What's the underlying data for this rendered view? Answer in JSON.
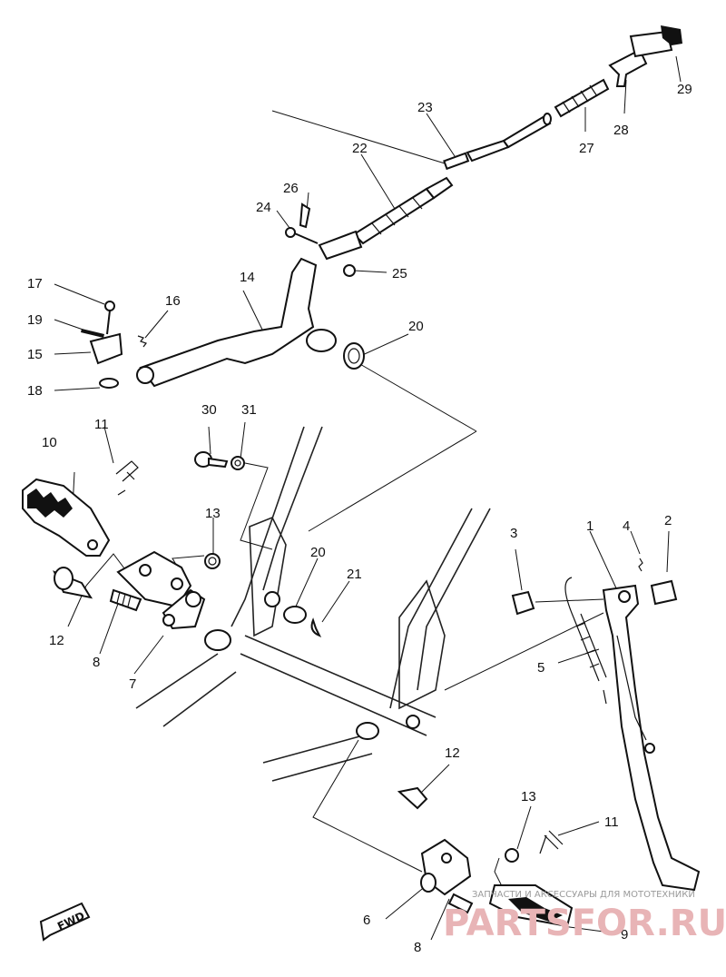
{
  "callouts": [
    {
      "id": "c1",
      "label": "1"
    },
    {
      "id": "c2",
      "label": "2"
    },
    {
      "id": "c3",
      "label": "3"
    },
    {
      "id": "c4",
      "label": "4"
    },
    {
      "id": "c5",
      "label": "5"
    },
    {
      "id": "c6",
      "label": "6"
    },
    {
      "id": "c7",
      "label": "7"
    },
    {
      "id": "c8a",
      "label": "8"
    },
    {
      "id": "c8b",
      "label": "8"
    },
    {
      "id": "c9",
      "label": "9"
    },
    {
      "id": "c10",
      "label": "10"
    },
    {
      "id": "c11a",
      "label": "11"
    },
    {
      "id": "c11b",
      "label": "11"
    },
    {
      "id": "c12a",
      "label": "12"
    },
    {
      "id": "c12b",
      "label": "12"
    },
    {
      "id": "c13a",
      "label": "13"
    },
    {
      "id": "c13b",
      "label": "13"
    },
    {
      "id": "c14",
      "label": "14"
    },
    {
      "id": "c15",
      "label": "15"
    },
    {
      "id": "c16",
      "label": "16"
    },
    {
      "id": "c17",
      "label": "17"
    },
    {
      "id": "c18",
      "label": "18"
    },
    {
      "id": "c19",
      "label": "19"
    },
    {
      "id": "c20a",
      "label": "20"
    },
    {
      "id": "c20b",
      "label": "20"
    },
    {
      "id": "c21",
      "label": "21"
    },
    {
      "id": "c22",
      "label": "22"
    },
    {
      "id": "c23",
      "label": "23"
    },
    {
      "id": "c24",
      "label": "24"
    },
    {
      "id": "c25",
      "label": "25"
    },
    {
      "id": "c26",
      "label": "26"
    },
    {
      "id": "c27",
      "label": "27"
    },
    {
      "id": "c28",
      "label": "28"
    },
    {
      "id": "c29",
      "label": "29"
    },
    {
      "id": "c30",
      "label": "30"
    },
    {
      "id": "c31",
      "label": "31"
    }
  ],
  "direction_marker": "FWD",
  "watermark": {
    "caption": "ЗАПЧАСТИ И АКСЕССУАРЫ ДЛЯ МОТОТЕХНИКИ",
    "logo": "PARTSFOR.RU"
  },
  "colors": {
    "line": "#111111",
    "background": "#ffffff",
    "watermark_logo": "#e8b4b6"
  }
}
